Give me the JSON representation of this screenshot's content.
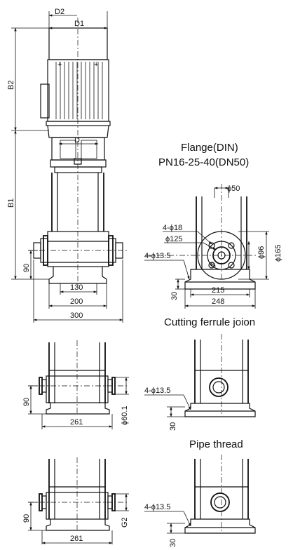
{
  "labels": {
    "flange_title": "Flange(DIN)",
    "flange_spec": "PN16-25-40(DN50)",
    "cutting_title": "Cutting ferrule joion",
    "pipe_title": "Pipe thread"
  },
  "main_view": {
    "d2": "D2",
    "d1": "D1",
    "d": "D",
    "b2": "B2",
    "b1": "B1",
    "h90": "90",
    "w130": "130",
    "w200": "200",
    "w300": "300"
  },
  "flange_view": {
    "phi50": "ϕ50",
    "bolts": "4-ϕ18",
    "phi125": "ϕ125",
    "anchor": "4-ϕ13.5",
    "phi96": "ϕ96",
    "phi165": "ϕ165",
    "h30": "30",
    "w215": "215",
    "w248": "248"
  },
  "cutting_view": {
    "h90": "90",
    "w261": "261",
    "phi60": "ϕ60.1",
    "anchor": "4-ϕ13.5",
    "h30": "30"
  },
  "pipe_view": {
    "h90": "90",
    "w261": "261",
    "g2": "G2",
    "anchor": "4-ϕ13.5",
    "h30": "30"
  }
}
